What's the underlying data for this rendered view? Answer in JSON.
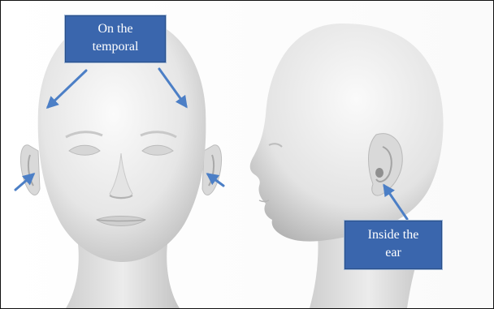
{
  "labels": {
    "temporal": {
      "line1": "On the",
      "line2": "temporal"
    },
    "ear": {
      "line1": "Inside the",
      "line2": "ear"
    }
  },
  "colors": {
    "label_background": "#3a66ad",
    "arrow": "#4c7fc6",
    "head_light": "#f4f4f4",
    "head_shadow": "#b8b8b8",
    "frame": "#111111"
  },
  "icons": [
    "front-head-illustration",
    "profile-head-illustration",
    "arrow-icon"
  ]
}
